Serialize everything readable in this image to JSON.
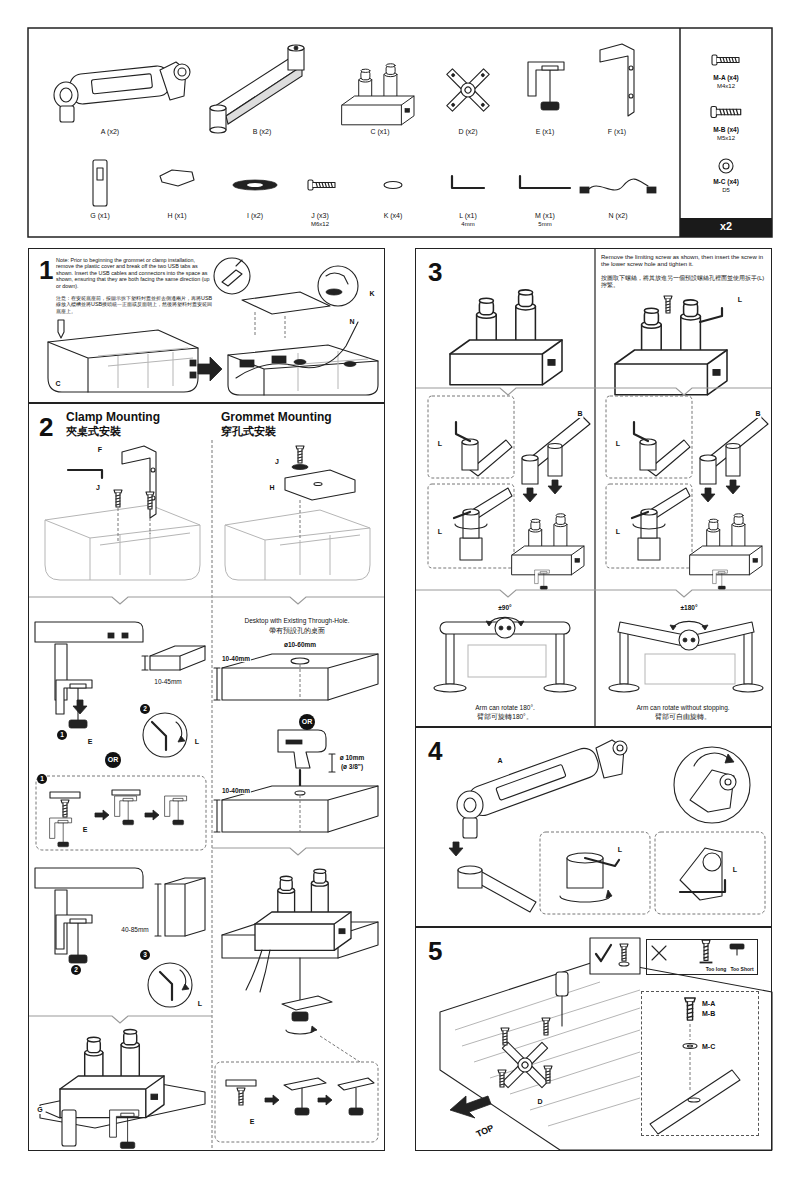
{
  "diagram": {
    "nodes": [
      {
        "text": [
          "x2"
        ]
      },
      {
        "text": [
          "1",
          "Note: Prior to beginning the grommet or clamp installation, remove the plastic cover and break off the two USB tabs as shown. Insert the USB cables and connectors into the space as shown, ensuring that they are both facing the same direction (up or down).",
          "注意：在安裝底座前，按圖示拆下塑料封蓋並折去側邊兩片，再將USB線放入纜槽並將USB接頭統一正面或反面朝上，然後將塑料封蓋安裝回底座上。"
        ]
      },
      {
        "text": [
          "2",
          "Clamp Mounting",
          "夾桌式安裝",
          "Grommet Mounting",
          "穿孔式安裝"
        ]
      },
      {
        "text": [
          "3",
          "Remove the limiting screw as shown, then insert the screw in the lower screw hole and tighten it.",
          "按圖取下螺絲，將其放進另一個預設螺絲孔裡面並使用扳手(L)擰緊。"
        ]
      },
      {
        "text": [
          "4"
        ]
      },
      {
        "text": [
          "5"
        ]
      },
      {
        "text": [
          "Too long",
          "Too Short"
        ],
        "in": 5
      },
      {
        "text": [
          "M-A",
          "M-B",
          "M-C"
        ],
        "in": 5
      }
    ],
    "labels": [
      "A (x2)",
      "B (x2)",
      "C (x1)",
      "D (x2)",
      "E (x1)",
      "F (x1)",
      "G (x1)",
      "H (x1)",
      "I (x2)",
      "J (x3)",
      "M6x12",
      "K (x4)",
      "L (x1)",
      "4mm",
      "M (x1)",
      "5mm",
      "N (x2)",
      "M-A (x4)",
      "M4x12",
      "M-B (x4)",
      "M5x12",
      "M-C (x4)",
      "D5",
      "C",
      "K",
      "N",
      "F",
      "J",
      "J",
      "H",
      "10-45mm",
      "1",
      "E",
      "2",
      "L",
      "OR",
      "1",
      "E",
      "40-85mm",
      "2",
      "3",
      "L",
      "G",
      "Desktop with Existing Through-Hole.",
      "帶有預設孔的桌面",
      "ø10-60mm",
      "10-40mm",
      "OR",
      "ø 10mm",
      "(ø 3/8\")",
      "10-40mm",
      "E",
      "L",
      "B",
      "L",
      "L",
      "B",
      "L",
      "L",
      "±90°",
      "±180°",
      "Arm can rotate 180°.",
      "臂部可旋轉180°。",
      "Arm can rotate without stopping.",
      "臂部可自由旋轉。",
      "A",
      "L",
      "L",
      "D",
      "TOP"
    ]
  }
}
